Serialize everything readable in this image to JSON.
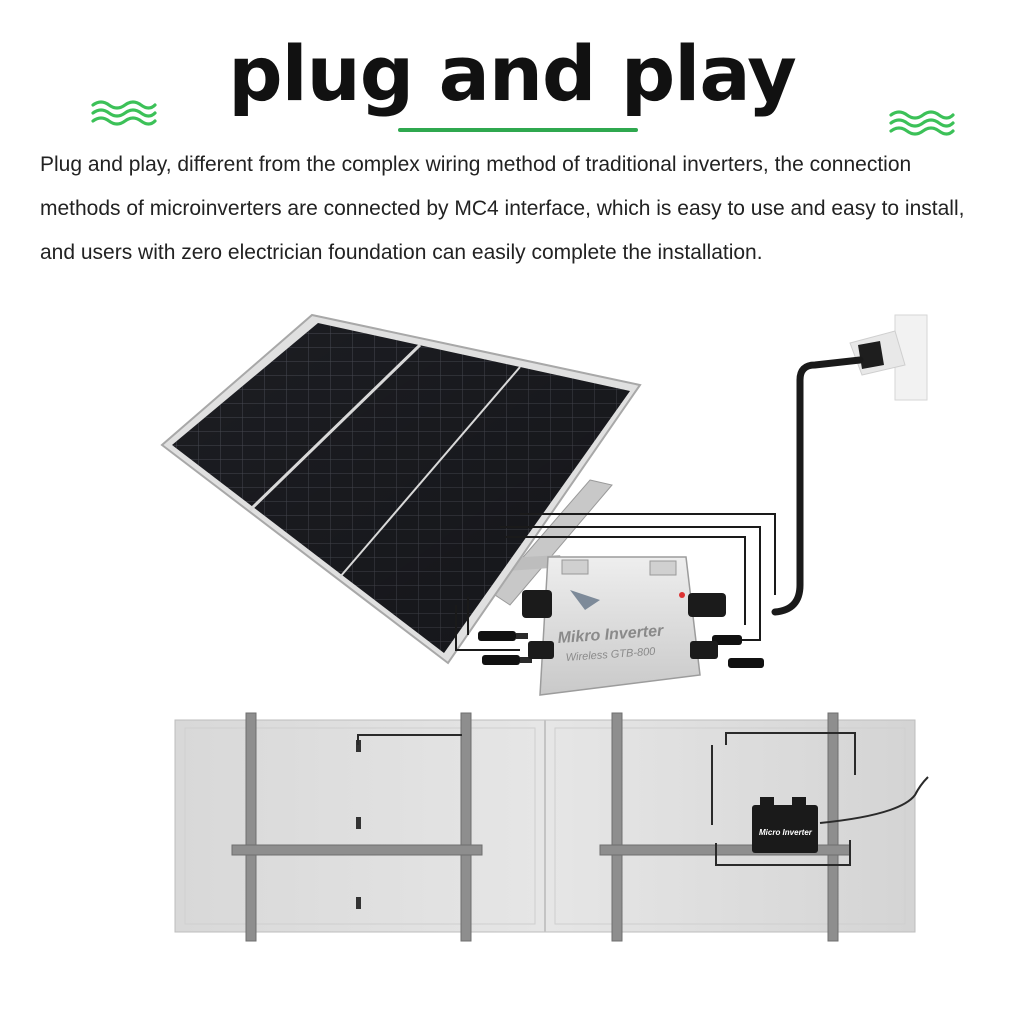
{
  "header": {
    "title": "plug and play",
    "accent_color": "#2fa84f"
  },
  "description": "Plug and play, different from the complex wiring method of traditional inverters, the connection methods of microinverters are connected by MC4 interface, which is easy to use and easy to install, and users with zero electrician foundation can easily complete the installation.",
  "illustration": {
    "inverter_front_label": "Mikro Inverter",
    "inverter_front_model": "Wireless GTB-800",
    "inverter_back_label": "Micro Inverter",
    "decor_icons": [
      "wave-icon",
      "wave-icon"
    ]
  }
}
